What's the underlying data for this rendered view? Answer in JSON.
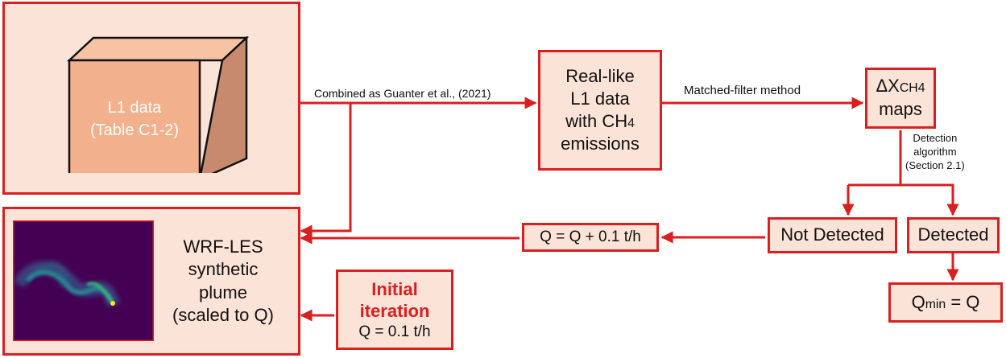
{
  "colors": {
    "accent": "#d91f1f",
    "box_fill": "#fbe3d8",
    "cube_front": "#f2b08c",
    "cube_top": "#f7c3a3",
    "cube_side": "#c88a6e",
    "plume_bg": "#440154"
  },
  "l1_box": {
    "line1": "L1 data",
    "line2": "(Table C1-2)"
  },
  "real_like_box": {
    "line1": "Real-like",
    "line2": "L1 data",
    "line3_prefix": "with CH",
    "line3_sub": "4",
    "line4": "emissions"
  },
  "delta_box": {
    "prefix": "ΔX",
    "sub": "CH4",
    "line2": "maps"
  },
  "plume_box": {
    "line1": "WRF-LES",
    "line2": "synthetic",
    "line3": "plume",
    "line4": "(scaled to Q)"
  },
  "initial_box": {
    "title_line1": "Initial",
    "title_line2": "iteration",
    "value": "Q = 0.1 t/h"
  },
  "update_box": {
    "text": "Q = Q + 0.1 t/h"
  },
  "not_detected_box": {
    "text": "Not Detected"
  },
  "detected_box": {
    "text": "Detected"
  },
  "qmin_box": {
    "prefix": "Q",
    "sub": "min",
    "suffix": " = Q"
  },
  "labels": {
    "combined": "Combined as Guanter et al., (2021)",
    "matched_filter": "Matched-filter method",
    "detection_line1": "Detection",
    "detection_line2": "algorithm",
    "detection_line3": "(Section 2.1)"
  }
}
